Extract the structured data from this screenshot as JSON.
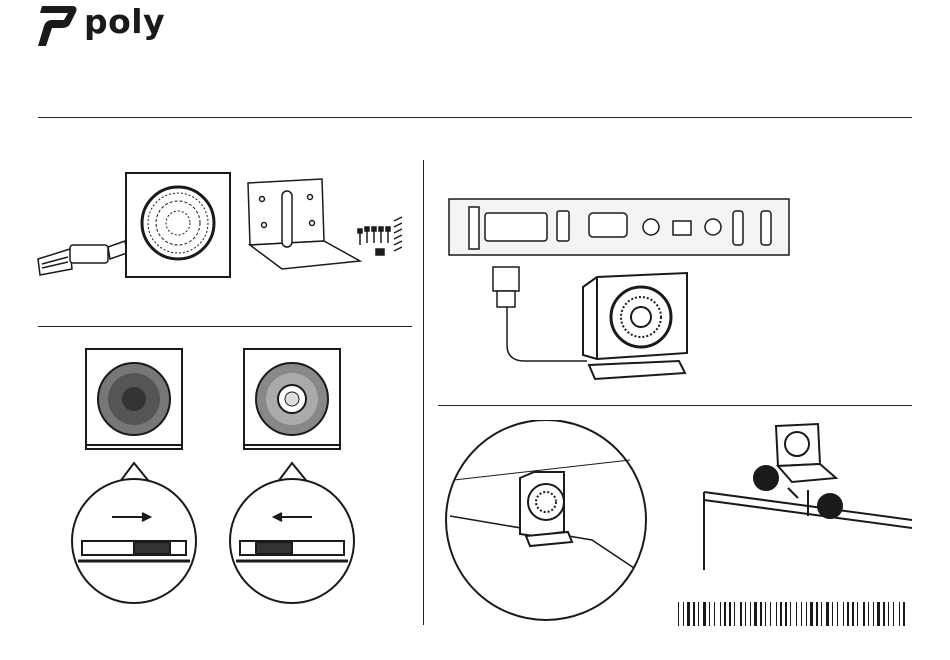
{
  "brand": {
    "logo_icon": "poly-propeller-icon",
    "name": "poly"
  },
  "colors": {
    "ink": "#1a1a1a",
    "background": "#ffffff"
  },
  "panels": {
    "contents": {
      "items": [
        "cable-icon",
        "camera-front-icon",
        "mounting-bracket-icon",
        "screws-icon"
      ]
    },
    "privacy": {
      "switch_states": [
        "privacy-on-icon",
        "privacy-off-icon"
      ]
    },
    "connection": {
      "items": [
        "rear-ports-icon",
        "cable-icon",
        "camera-icon"
      ]
    },
    "placement": {
      "items": [
        "table-placement-icon",
        "monitor-mount-icon"
      ],
      "callouts": [
        "callout-1",
        "callout-2"
      ]
    },
    "barcode": {
      "icon": "barcode-icon"
    }
  }
}
